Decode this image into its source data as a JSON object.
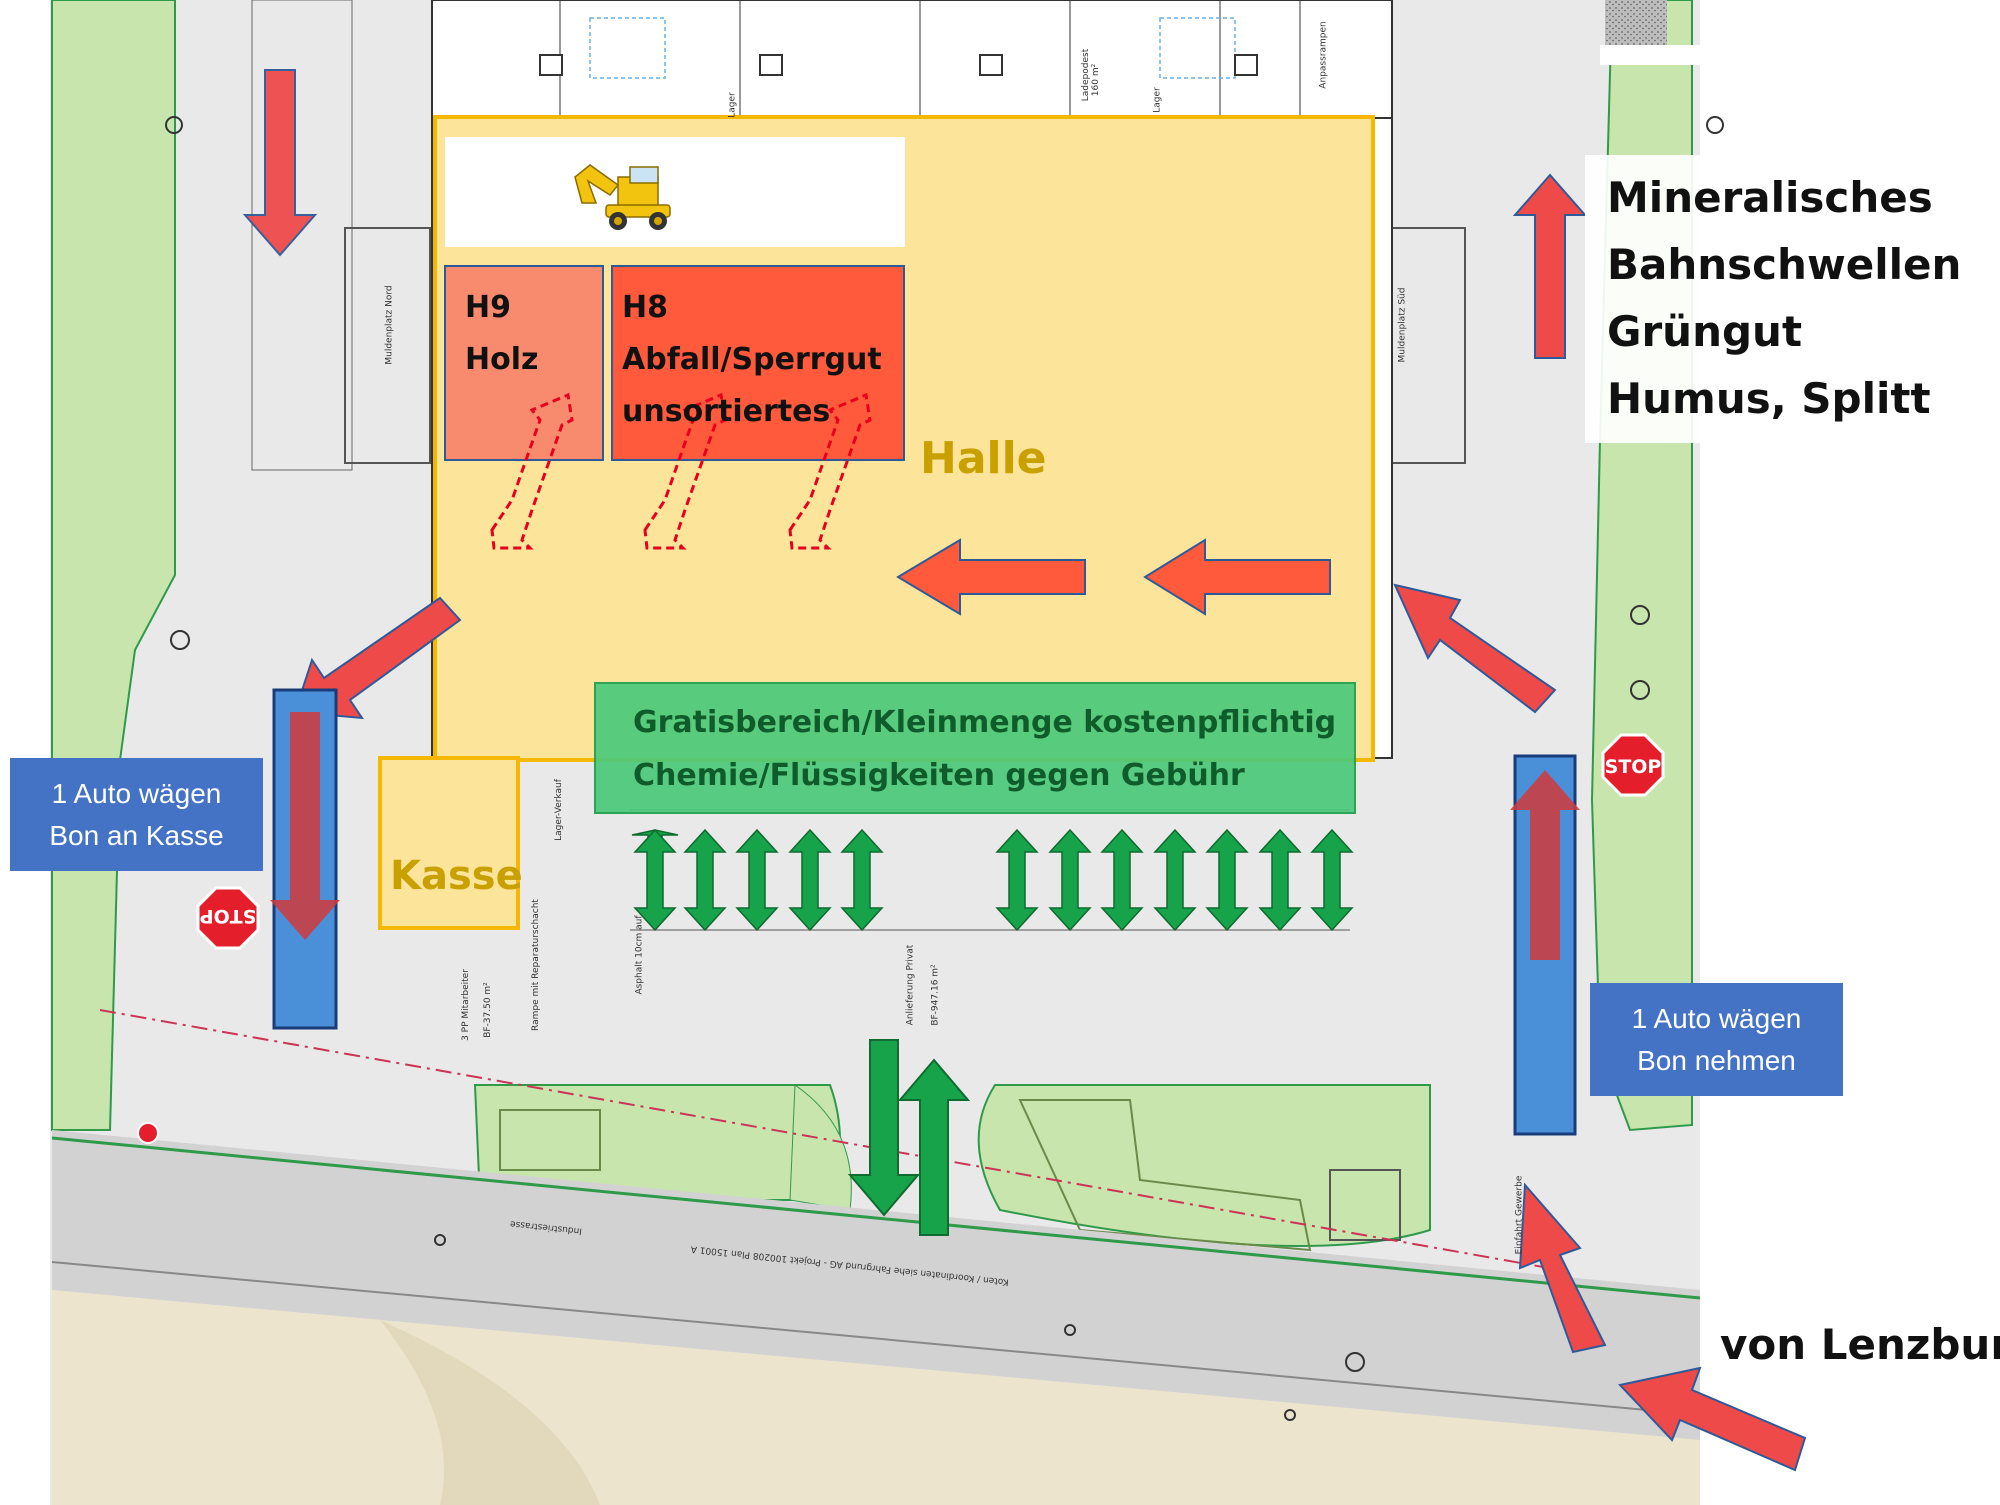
{
  "hall": {
    "label": "Halle",
    "excavator_icon": "excavator-icon"
  },
  "zones": {
    "h9": {
      "code": "H9",
      "name": "Holz"
    },
    "h8": {
      "code": "H8",
      "line1": "Abfall/Sperrgut",
      "line2": "unsortiertes"
    }
  },
  "free_area": {
    "line1": "Gratisbereich/Kleinmenge kostenpflichtig",
    "line2": "Chemie/Flüssigkeiten gegen Gebühr"
  },
  "cashier": {
    "label": "Kasse"
  },
  "scale_exit": {
    "line1": "1 Auto wägen",
    "line2": "Bon an Kasse"
  },
  "scale_entry": {
    "line1": "1 Auto wägen",
    "line2": "Bon nehmen"
  },
  "materials": [
    "Mineralisches",
    "Bahnschwellen",
    "Grüngut",
    "Humus, Splitt"
  ],
  "from_label": "von Lenzburg",
  "stop_sign": "STOP",
  "plan_labels": {
    "street": "Industriestrasse",
    "mulde_nord": "Muldenplatz Nord",
    "mulde_sued": "Muldenplatz Süd",
    "lager1": "Lager",
    "lager2": "Lager",
    "ladepodest": "Ladepodest",
    "ladepodest_area": "160 m²",
    "anpassrampen": "Anpassrampen",
    "lager_verkauf": "Lager-Verkauf",
    "pp_mitarbeiter": "3 PP Mitarbeiter",
    "pp_area": "BF-37.50 m²",
    "anlieferung": "Anlieferung Privat",
    "anlieferung_area": "BF-947.16 m²",
    "einfahrt": "Einfahrt Gewerbe",
    "asphalt": "Asphalt 10cm auf",
    "rampe": "Rampe mit Reparaturschacht",
    "koten": "Koten / Koordinaten siehe Fahrgrund AG - Projekt 100208 Plan 15001 A"
  },
  "colors": {
    "hall_fill": "#fde49b",
    "hall_border": "#f5b800",
    "h9_fill": "#f88b6e",
    "h8_fill": "#ff5a3c",
    "green_zone": "#4cc97a",
    "green_arrow": "#16a34a",
    "red_arrow": "#ef4a4a",
    "blue_box": "#4472c4",
    "lawn": "#c9e5ae"
  }
}
